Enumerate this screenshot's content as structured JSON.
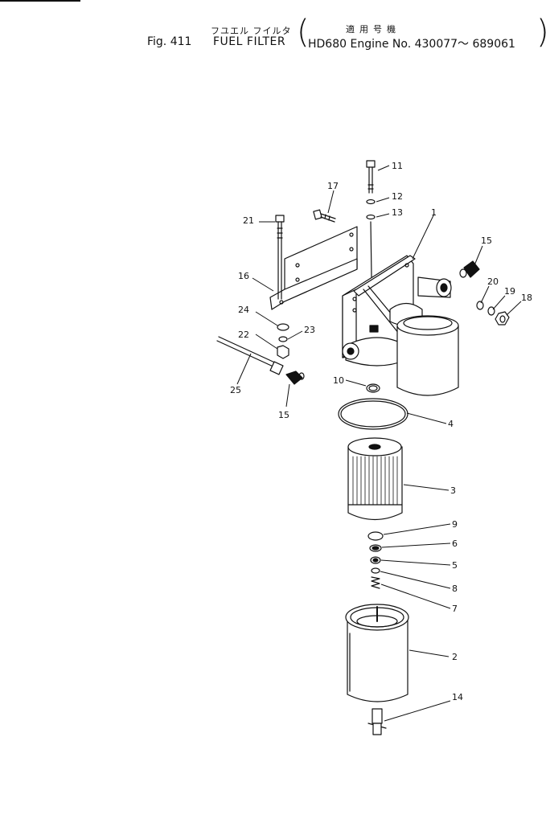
{
  "header": {
    "jp_title": "フユエル フイルタ",
    "jp_range": "適用号機",
    "fig_label": "Fig. 411",
    "title": "FUEL FILTER",
    "applicability": "HD680 Engine No. 430077～ 689061"
  },
  "callouts": [
    "1",
    "2",
    "3",
    "4",
    "5",
    "6",
    "7",
    "8",
    "9",
    "10",
    "11",
    "12",
    "13",
    "14",
    "15",
    "15",
    "16",
    "17",
    "18",
    "19",
    "20",
    "21",
    "22",
    "23",
    "24",
    "25"
  ]
}
